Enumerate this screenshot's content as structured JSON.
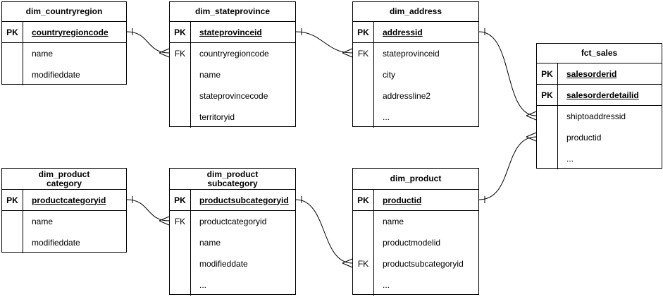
{
  "colors": {
    "background": "#ffffff",
    "line": "#000000",
    "text": "#000000",
    "table_fill": "#ffffff"
  },
  "tables": [
    {
      "title": "dim_countryregion",
      "rows": [
        {
          "key": "PK",
          "field": "countryregioncode"
        },
        {
          "key": "",
          "field": "name"
        },
        {
          "key": "",
          "field": "modifieddate"
        }
      ]
    },
    {
      "title": "dim_stateprovince",
      "rows": [
        {
          "key": "PK",
          "field": "stateprovinceid"
        },
        {
          "key": "FK",
          "field": "countryregioncode"
        },
        {
          "key": "",
          "field": "name"
        },
        {
          "key": "",
          "field": "stateprovincecode"
        },
        {
          "key": "",
          "field": "territoryid"
        }
      ]
    },
    {
      "title": "dim_address",
      "rows": [
        {
          "key": "PK",
          "field": "addressid"
        },
        {
          "key": "FK",
          "field": "stateprovinceid"
        },
        {
          "key": "",
          "field": "city"
        },
        {
          "key": "",
          "field": "addressline2"
        },
        {
          "key": "",
          "field": "..."
        }
      ]
    },
    {
      "title": "fct_sales",
      "rows": [
        {
          "key": "PK",
          "field": "salesorderid"
        },
        {
          "key": "PK",
          "field": "salesorderdetailid"
        },
        {
          "key": "",
          "field": "shiptoaddressid"
        },
        {
          "key": "",
          "field": "productid"
        },
        {
          "key": "",
          "field": "..."
        }
      ]
    },
    {
      "title": "dim_product\ncategory",
      "rows": [
        {
          "key": "PK",
          "field": "productcategoryid"
        },
        {
          "key": "",
          "field": "name"
        },
        {
          "key": "",
          "field": "modifieddate"
        }
      ]
    },
    {
      "title": "dim_product\nsubcategory",
      "rows": [
        {
          "key": "PK",
          "field": "productsubcategoryid"
        },
        {
          "key": "FK",
          "field": "productcategoryid"
        },
        {
          "key": "",
          "field": "name"
        },
        {
          "key": "",
          "field": "modifieddate"
        },
        {
          "key": "",
          "field": "..."
        }
      ]
    },
    {
      "title": "dim_product",
      "rows": [
        {
          "key": "PK",
          "field": "productid"
        },
        {
          "key": "",
          "field": "name"
        },
        {
          "key": "",
          "field": "productmodelid"
        },
        {
          "key": "FK",
          "field": "productsubcategoryid"
        },
        {
          "key": "",
          "field": "..."
        }
      ]
    }
  ],
  "relationships": [
    {
      "from_table": "dim_countryregion",
      "from_field": "countryregioncode",
      "to_table": "dim_stateprovince",
      "to_field": "countryregioncode",
      "cardinality": "one-to-many"
    },
    {
      "from_table": "dim_stateprovince",
      "from_field": "stateprovinceid",
      "to_table": "dim_address",
      "to_field": "stateprovinceid",
      "cardinality": "one-to-many"
    },
    {
      "from_table": "dim_address",
      "from_field": "addressid",
      "to_table": "fct_sales",
      "to_field": "shiptoaddressid",
      "cardinality": "one-to-many"
    },
    {
      "from_table": "dim_product",
      "from_field": "productid",
      "to_table": "fct_sales",
      "to_field": "productid",
      "cardinality": "one-to-many"
    },
    {
      "from_table": "dim_product category",
      "from_field": "productcategoryid",
      "to_table": "dim_product subcategory",
      "to_field": "productcategoryid",
      "cardinality": "one-to-many"
    },
    {
      "from_table": "dim_product subcategory",
      "from_field": "productsubcategoryid",
      "to_table": "dim_product",
      "to_field": "productsubcategoryid",
      "cardinality": "one-to-many"
    }
  ]
}
